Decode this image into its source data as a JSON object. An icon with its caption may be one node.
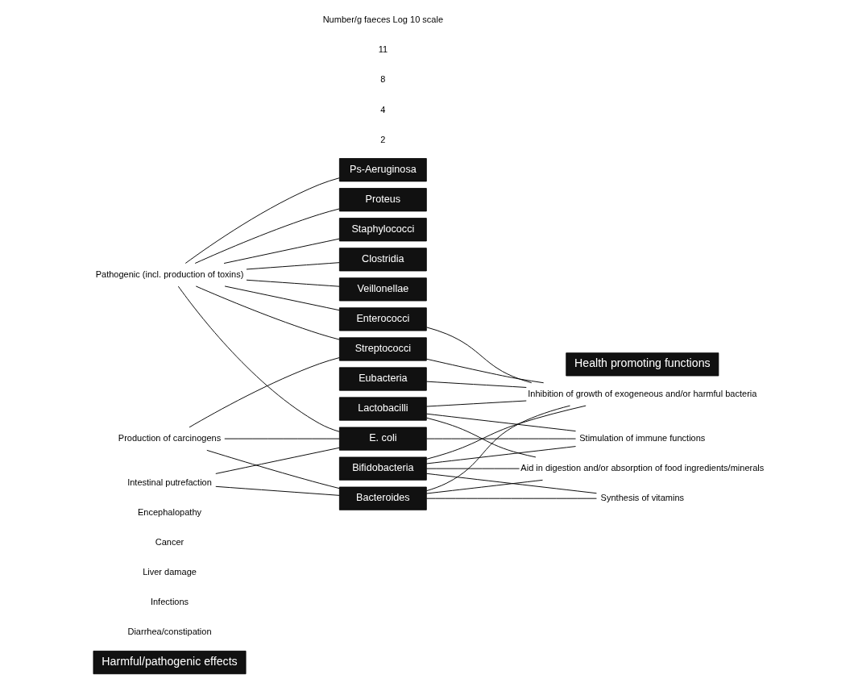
{
  "diagram": {
    "nodes": [
      {
        "text": [
          "Harmful/pathogenic effects"
        ]
      },
      {
        "text": [
          "Health promoting functions"
        ]
      },
      {
        "text": [
          "Ps-Aeruginosa"
        ]
      },
      {
        "text": [
          "Proteus"
        ]
      },
      {
        "text": [
          "Staphylococci"
        ]
      },
      {
        "text": [
          "Clostridia"
        ]
      },
      {
        "text": [
          "Veillonellae"
        ]
      },
      {
        "text": [
          "Pathogenic (incl. production of toxins)"
        ]
      },
      {
        "text": [
          "Enterococci"
        ]
      },
      {
        "text": [
          "Inhibition of growth of exogeneous and/or harmful bacteria"
        ]
      },
      {
        "text": [
          "Production of carcinogens"
        ]
      },
      {
        "text": [
          "E. coli"
        ]
      },
      {
        "text": [
          "Lactobacilli"
        ]
      },
      {
        "text": [
          "Stimulation of immune functions"
        ]
      },
      {
        "text": [
          "Intestinal putrefaction"
        ]
      },
      {
        "text": [
          "Streptococci"
        ]
      },
      {
        "text": [
          "Aid in digestion and/or absorption of food ingredients/minerals"
        ]
      },
      {
        "text": [
          "Eubacteria"
        ]
      },
      {
        "text": [
          "Bifidobacteria"
        ]
      },
      {
        "text": [
          "Synthesis of vitamins"
        ]
      },
      {
        "text": [
          "Bacteroides"
        ]
      }
    ],
    "edges": [
      {
        "from": 7,
        "to": 2,
        "arrow": "none"
      },
      {
        "from": 7,
        "to": 3,
        "arrow": "none"
      },
      {
        "from": 7,
        "to": 4,
        "arrow": "none"
      },
      {
        "from": 7,
        "to": 5,
        "arrow": "none"
      },
      {
        "from": 7,
        "to": 6,
        "arrow": "none"
      },
      {
        "from": 7,
        "to": 8,
        "arrow": "none"
      },
      {
        "from": 7,
        "to": 11,
        "arrow": "none"
      },
      {
        "from": 7,
        "to": 15,
        "arrow": "none"
      },
      {
        "from": 10,
        "to": 11,
        "arrow": "none"
      },
      {
        "from": 10,
        "to": 15,
        "arrow": "none"
      },
      {
        "from": 10,
        "to": 20,
        "arrow": "none"
      },
      {
        "from": 14,
        "to": 11,
        "arrow": "none"
      },
      {
        "from": 14,
        "to": 20,
        "arrow": "none"
      },
      {
        "from": 8,
        "to": 9,
        "arrow": "none"
      },
      {
        "from": 11,
        "to": 13,
        "arrow": "none"
      },
      {
        "from": 12,
        "to": 9,
        "arrow": "none"
      },
      {
        "from": 12,
        "to": 13,
        "arrow": "none"
      },
      {
        "from": 12,
        "to": 16,
        "arrow": "none"
      },
      {
        "from": 15,
        "to": 9,
        "arrow": "none"
      },
      {
        "from": 17,
        "to": 9,
        "arrow": "none"
      },
      {
        "from": 18,
        "to": 9,
        "arrow": "none"
      },
      {
        "from": 18,
        "to": 13,
        "arrow": "none"
      },
      {
        "from": 18,
        "to": 16,
        "arrow": "none"
      },
      {
        "from": 18,
        "to": 19,
        "arrow": "none"
      },
      {
        "from": 20,
        "to": 9,
        "arrow": "none"
      },
      {
        "from": 20,
        "to": 16,
        "arrow": "none"
      },
      {
        "from": 20,
        "to": 19,
        "arrow": "none"
      }
    ],
    "labels": [
      "2",
      "Diarrhea/constipation",
      "Infections",
      "Liver damage",
      "Cancer",
      "Encephalopathy",
      "4",
      "8",
      "11",
      "Number/g faeces Log 10 scale"
    ]
  }
}
